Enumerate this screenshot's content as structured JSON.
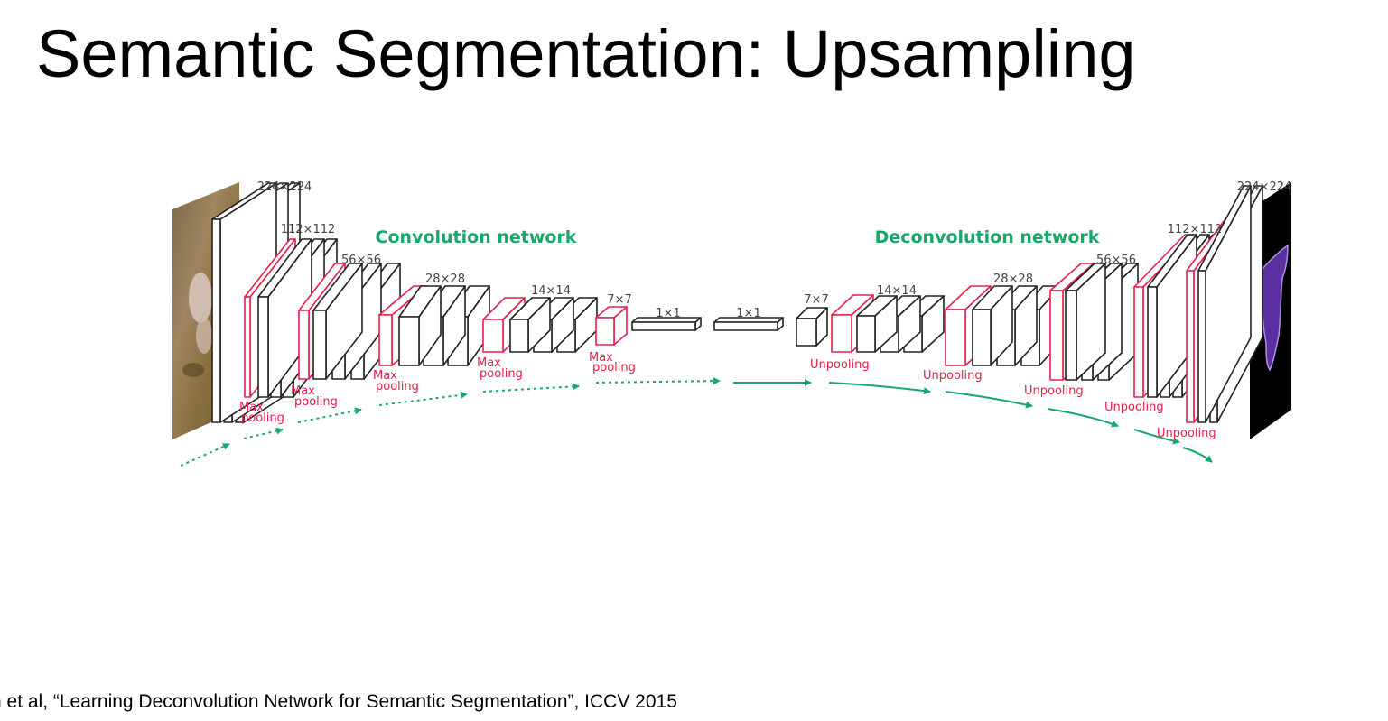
{
  "title": "Semantic Segmentation: Upsampling",
  "citation": "n et al, “Learning Deconvolution Network for Semantic Segmentation”, ICCV 2015",
  "colors": {
    "layer_stroke": "#222222",
    "pool_stroke": "#e8204a",
    "accent_green": "#1aa86a",
    "text_gray": "#444444"
  },
  "diagram": {
    "encoder_label": "Convolution network",
    "decoder_label": "Deconvolution network",
    "encoder_sizes": [
      "224×224",
      "112×112",
      "56×56",
      "28×28",
      "14×14",
      "7×7",
      "1×1"
    ],
    "decoder_sizes": [
      "1×1",
      "7×7",
      "14×14",
      "28×28",
      "56×56",
      "112×112",
      "224×224"
    ],
    "pool_line1": "Max",
    "pool_line2": "pooling",
    "unpool_label": "Unpooling",
    "input_image_icon": "photo-of-animal-icon",
    "output_image_icon": "segmentation-mask-icon"
  }
}
